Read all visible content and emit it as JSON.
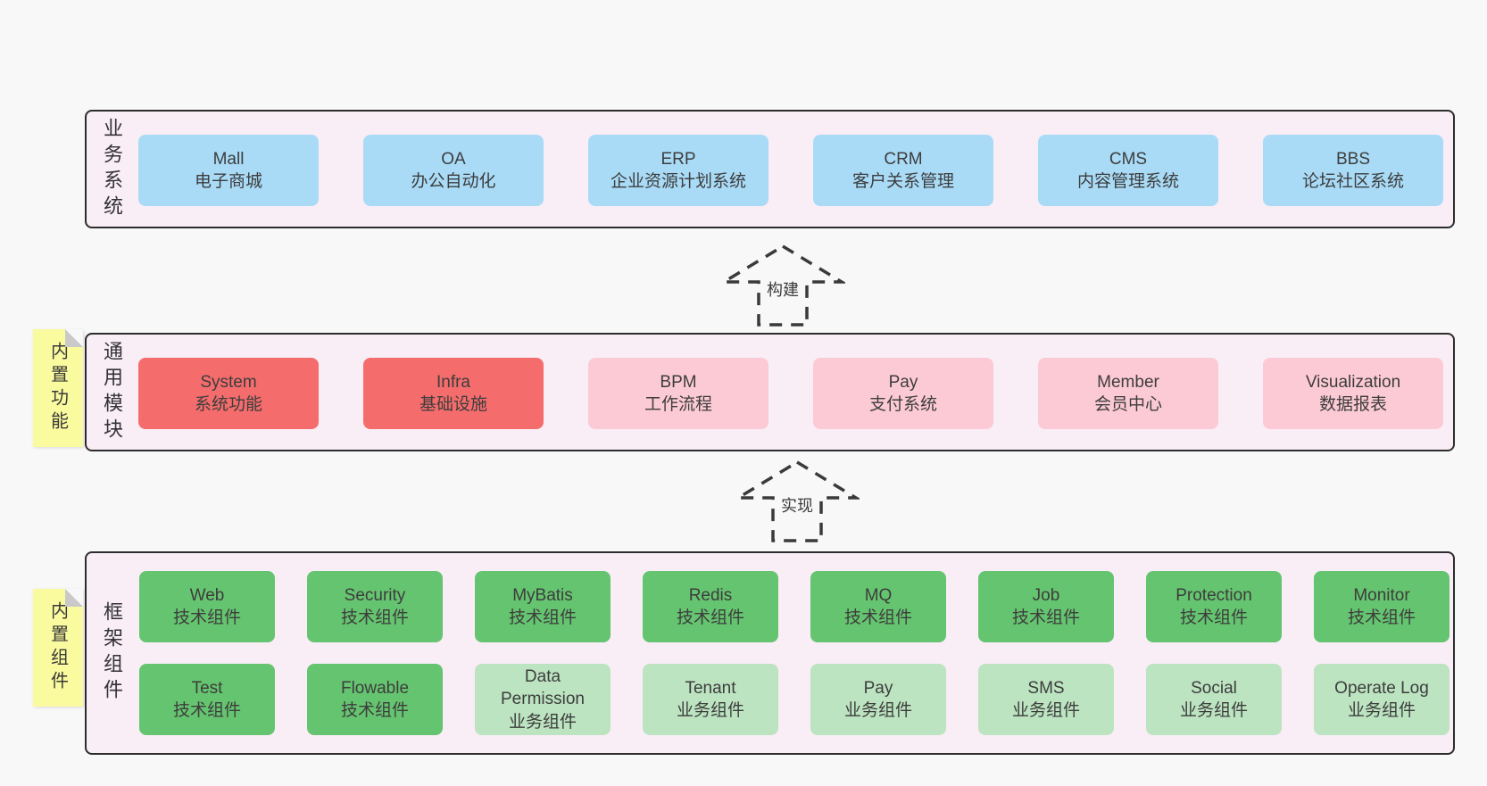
{
  "colors": {
    "page_bg": "#f8f8f8",
    "panel_bg": "#f9edf6",
    "panel_border": "#2d2d2d",
    "blue_box": "#a9dbf7",
    "red_box": "#f56c6c",
    "pink_box": "#fccad5",
    "green_box": "#65c46f",
    "light_green_box": "#bce4c0",
    "tag_yellow": "#fafa9e",
    "text": "#3d3d3d"
  },
  "arrows": [
    {
      "label": "构建"
    },
    {
      "label": "实现"
    }
  ],
  "tags": [
    {
      "label": "内置功能"
    },
    {
      "label": "内置组件"
    }
  ],
  "sections": [
    {
      "label": "业务系统",
      "boxes": [
        {
          "title": "Mall",
          "subtitle": "电子商城"
        },
        {
          "title": "OA",
          "subtitle": "办公自动化"
        },
        {
          "title": "ERP",
          "subtitle": "企业资源计划系统"
        },
        {
          "title": "CRM",
          "subtitle": "客户关系管理"
        },
        {
          "title": "CMS",
          "subtitle": "内容管理系统"
        },
        {
          "title": "BBS",
          "subtitle": "论坛社区系统"
        }
      ]
    },
    {
      "label": "通用模块",
      "boxes": [
        {
          "title": "System",
          "subtitle": "系统功能"
        },
        {
          "title": "Infra",
          "subtitle": "基础设施"
        },
        {
          "title": "BPM",
          "subtitle": "工作流程"
        },
        {
          "title": "Pay",
          "subtitle": "支付系统"
        },
        {
          "title": "Member",
          "subtitle": "会员中心"
        },
        {
          "title": "Visualization",
          "subtitle": "数据报表"
        }
      ]
    },
    {
      "label": "框架组件",
      "rows": [
        [
          {
            "title": "Web",
            "subtitle": "技术组件"
          },
          {
            "title": "Security",
            "subtitle": "技术组件"
          },
          {
            "title": "MyBatis",
            "subtitle": "技术组件"
          },
          {
            "title": "Redis",
            "subtitle": "技术组件"
          },
          {
            "title": "MQ",
            "subtitle": "技术组件"
          },
          {
            "title": "Job",
            "subtitle": "技术组件"
          },
          {
            "title": "Protection",
            "subtitle": "技术组件"
          },
          {
            "title": "Monitor",
            "subtitle": "技术组件"
          }
        ],
        [
          {
            "title": "Test",
            "subtitle": "技术组件"
          },
          {
            "title": "Flowable",
            "subtitle": "技术组件"
          },
          {
            "title": "Data Permission",
            "subtitle": "业务组件"
          },
          {
            "title": "Tenant",
            "subtitle": "业务组件"
          },
          {
            "title": "Pay",
            "subtitle": "业务组件"
          },
          {
            "title": "SMS",
            "subtitle": "业务组件"
          },
          {
            "title": "Social",
            "subtitle": "业务组件"
          },
          {
            "title": "Operate Log",
            "subtitle": "业务组件"
          }
        ]
      ]
    }
  ]
}
